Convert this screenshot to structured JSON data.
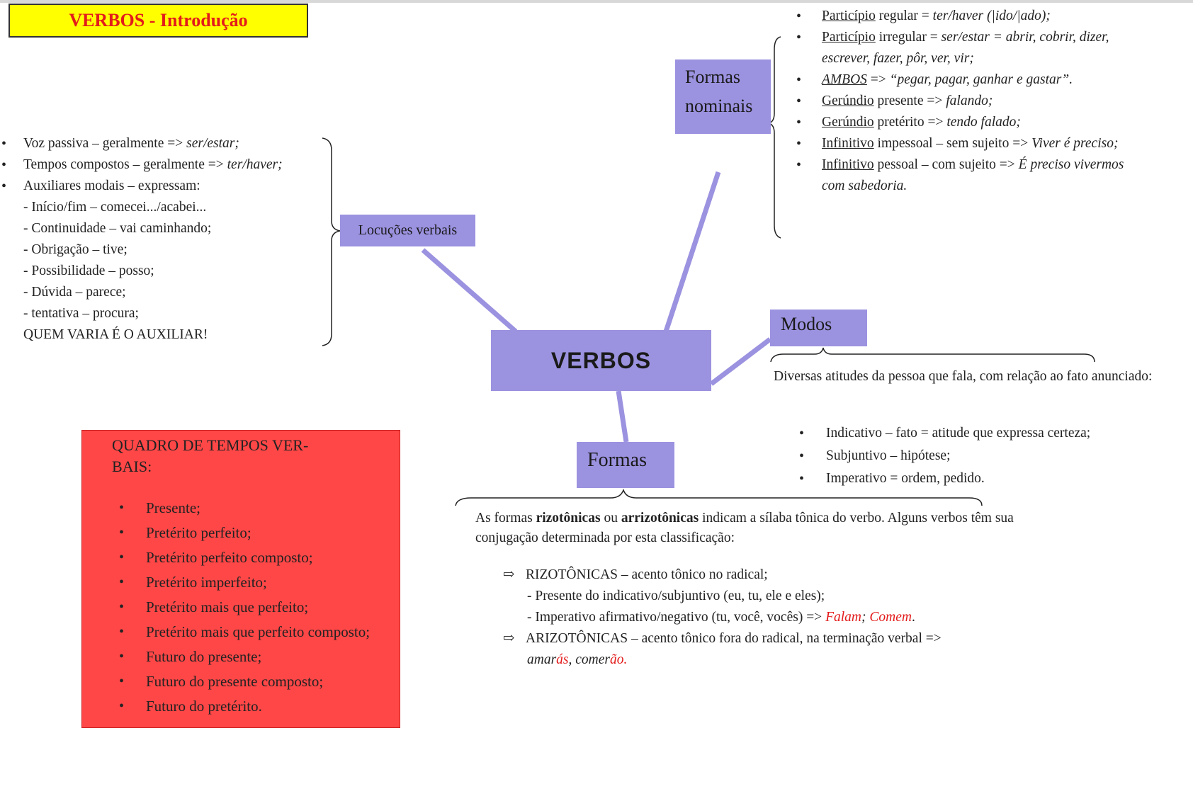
{
  "title": "VERBOS - Introdução",
  "center": "VERBOS",
  "locucoes": {
    "label": "Locuções verbais",
    "items": [
      {
        "text": "Voz passiva – geralmente => ",
        "em": "ser/estar;"
      },
      {
        "text": "Tempos compostos – geralmente => ",
        "em": "ter/haver;"
      },
      {
        "text": "Auxiliares modais – expressam:",
        "em": ""
      }
    ],
    "sub_items": [
      "- Início/fim – comecei.../acabei...",
      "- Continuidade – vai caminhando;",
      "- Obrigação – tive;",
      "- Possibilidade – posso;",
      "- Dúvida – parece;",
      "- tentativa – procura;",
      "QUEM VARIA É O AUXILIAR!"
    ]
  },
  "formas_nominais": {
    "label_line1": "Formas",
    "label_line2": "nominais",
    "items": [
      {
        "term": "Particípio",
        "text": " regular = ",
        "em": "ter/haver (|ido/|ado);"
      },
      {
        "term": "Particípio",
        "text": " irregular = ",
        "em": "ser/estar = abrir, cobrir, dizer, escrever, fazer, pôr, ver, vir;"
      },
      {
        "term": "AMBOS",
        "text": " => ",
        "em": "“pegar, pagar, ganhar e gastar”."
      },
      {
        "term": "Gerúndio",
        "text": " presente => ",
        "em": "falando;"
      },
      {
        "term": "Gerúndio",
        "text": " pretérito => ",
        "em": "tendo falado;"
      },
      {
        "term": "Infinitivo",
        "text": " impessoal – sem sujeito => ",
        "em": "Viver é preciso;"
      },
      {
        "term": "Infinitivo",
        "text": " pessoal – com sujeito => ",
        "em": "É preciso vivermos com sabedoria."
      }
    ]
  },
  "modos": {
    "label": "Modos",
    "description": "Diversas atitudes da pessoa que fala, com relação ao fato anunciado:",
    "items": [
      "Indicativo – fato = atitude que expressa certeza;",
      "Subjuntivo – hipótese;",
      "Imperativo = ordem, pedido."
    ]
  },
  "quadro": {
    "title": "QUADRO DE TEMPOS VER- BAIS:",
    "items": [
      "Presente;",
      "Pretérito perfeito;",
      "Pretérito perfeito composto;",
      "Pretérito imperfeito;",
      "Pretérito mais que perfeito;",
      "Pretérito mais que perfeito composto;",
      "Futuro do presente;",
      "Futuro do presente composto;",
      "Futuro do pretérito."
    ]
  },
  "formas": {
    "label": "Formas",
    "desc_part1": "As formas ",
    "desc_bold1": "rizotônicas",
    "desc_part2": " ou ",
    "desc_bold2": "arrizotônicas",
    "desc_part3": " indicam a sílaba tônica do verbo. Alguns verbos têm sua conjugação determinada por esta classificação:",
    "arrow_icon": "⇨",
    "rizo_title": "RIZOTÔNICAS – acento tônico no radical;",
    "rizo_sub1": "- Presente do indicativo/subjuntivo (eu, tu, ele e eles);",
    "rizo_sub2": "- Imperativo afirmativo/negativo (tu, você, vocês) => ",
    "rizo_ex1": "Falam",
    "rizo_sep": "; ",
    "rizo_ex2": "Comem",
    "rizo_end": ".",
    "arizo_title": "ARIZOTÔNICAS – acento tônico fora do radical, na terminação verbal =>",
    "arizo_ex1_stem": "amar",
    "arizo_ex1_end": "ás",
    "arizo_comma": ", ",
    "arizo_ex2_stem": "comer",
    "arizo_ex2_end": "ão",
    "arizo_dot": "."
  },
  "colors": {
    "node_fill": "#9b92e0",
    "title_fill": "#ffff00",
    "title_text": "#e31b1b",
    "quadro_fill": "#ff4747",
    "highlight": "#e31b1b"
  }
}
